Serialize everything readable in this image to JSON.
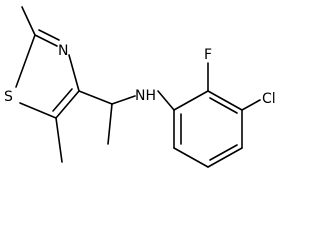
{
  "molecule": {
    "atoms": {
      "sulfur": "S",
      "thiazole_nitrogen": "N",
      "amine": "NH",
      "fluorine": "F",
      "chlorine": "Cl"
    }
  }
}
